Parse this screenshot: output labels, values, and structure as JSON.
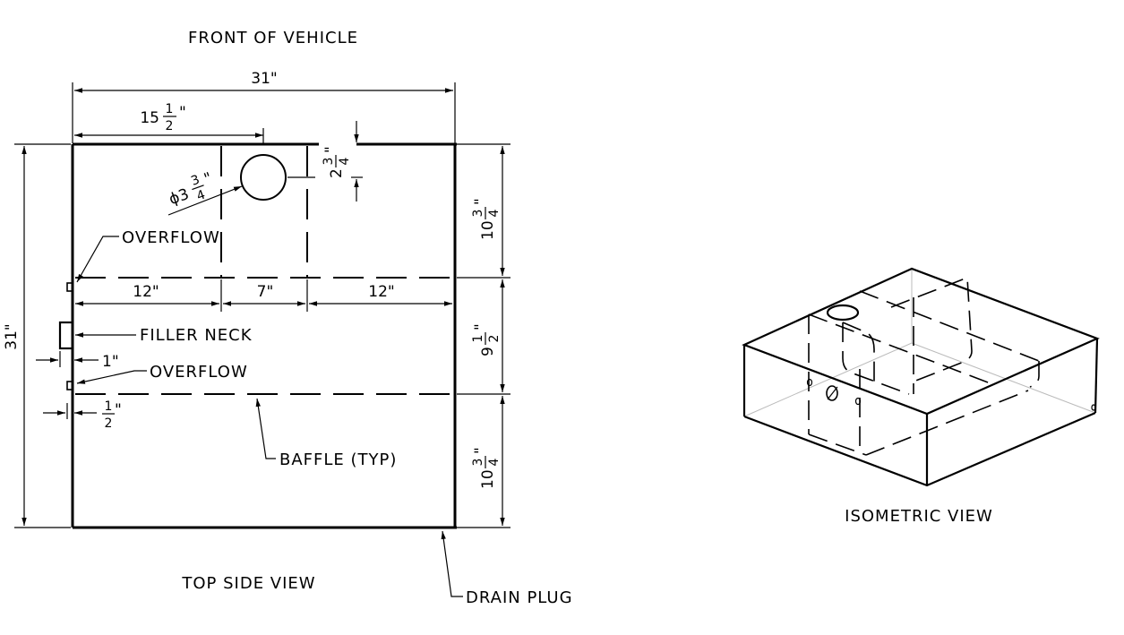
{
  "labels": {
    "front": "FRONT OF VEHICLE",
    "top_side_view": "TOP SIDE VIEW",
    "isometric_view": "ISOMETRIC VIEW",
    "overflow_top": "OVERFLOW",
    "overflow_bottom": "OVERFLOW",
    "filler_neck": "FILLER NECK",
    "baffle": "BAFFLE (TYP)",
    "drain_plug": "DRAIN PLUG"
  },
  "dimensions": {
    "overall_width": "31\"",
    "overall_height": "31\"",
    "hole_offset_whole": "15",
    "hole_offset_num": "1",
    "hole_offset_den": "2",
    "hole_offset_unit": "\"",
    "hole_dia_prefix": "ϕ3",
    "hole_dia_num": "3",
    "hole_dia_den": "4",
    "hole_dia_unit": "\"",
    "hole_top_whole": "2",
    "hole_top_num": "3",
    "hole_top_den": "4",
    "hole_top_unit": "\"",
    "seg_left": "12\"",
    "seg_mid": "7\"",
    "seg_right": "12\"",
    "right_top_whole": "10",
    "right_top_num": "3",
    "right_top_den": "4",
    "right_top_unit": "\"",
    "right_mid_whole": "9",
    "right_mid_num": "1",
    "right_mid_den": "2",
    "right_mid_unit": "\"",
    "right_bot_whole": "10",
    "right_bot_num": "3",
    "right_bot_den": "4",
    "right_bot_unit": "\"",
    "one_inch": "1\"",
    "half_num": "1",
    "half_den": "2",
    "half_unit": "\""
  }
}
